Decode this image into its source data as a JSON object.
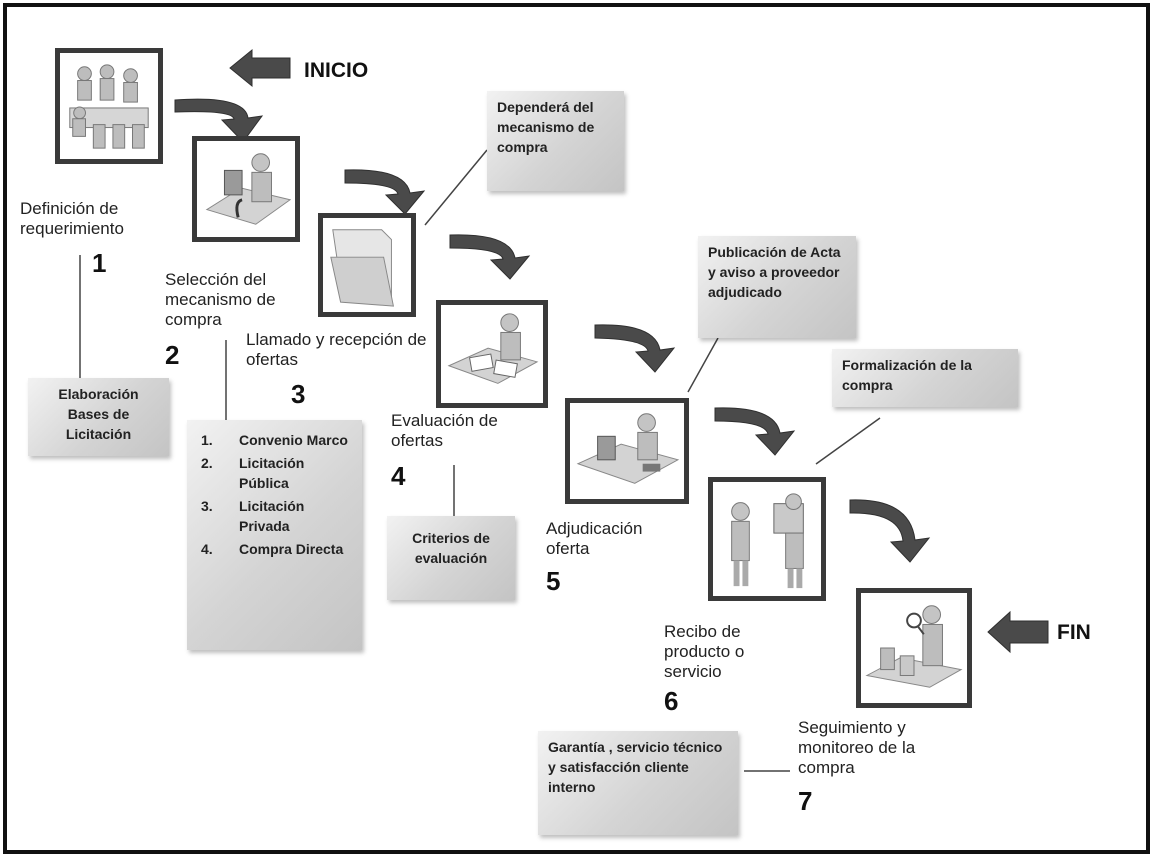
{
  "markers": {
    "start": "INICIO",
    "end": "FIN"
  },
  "steps": [
    {
      "number": "1",
      "label": "Definición de requerimiento"
    },
    {
      "number": "2",
      "label": "Selección del mecanismo de compra"
    },
    {
      "number": "3",
      "label": "Llamado y recepción de ofertas"
    },
    {
      "number": "4",
      "label": "Evaluación de ofertas"
    },
    {
      "number": "5",
      "label": "Adjudicación oferta"
    },
    {
      "number": "6",
      "label": "Recibo de producto o servicio"
    },
    {
      "number": "7",
      "label": "Seguimiento y monitoreo de la compra"
    }
  ],
  "notes": {
    "bases": "Elaboración Bases de Licitación",
    "depende": "Dependerá del mecanismo de compra",
    "publicacion": "Publicación de Acta y aviso a proveedor adjudicado",
    "formalizacion": "Formalización de la compra",
    "criterios": "Criterios de evaluación",
    "garantia": "Garantía , servicio técnico y satisfacción cliente interno"
  },
  "mechanisms": [
    {
      "num": "1.",
      "text": "Convenio Marco"
    },
    {
      "num": "2.",
      "text": "Licitación Pública"
    },
    {
      "num": "3.",
      "text": "Licitación Privada"
    },
    {
      "num": "4.",
      "text": "Compra Directa"
    }
  ],
  "colors": {
    "frame": "#111111",
    "arrow": "#4a4a4a",
    "note_light": "#f2f2f2",
    "note_dark": "#c4c4c4"
  }
}
